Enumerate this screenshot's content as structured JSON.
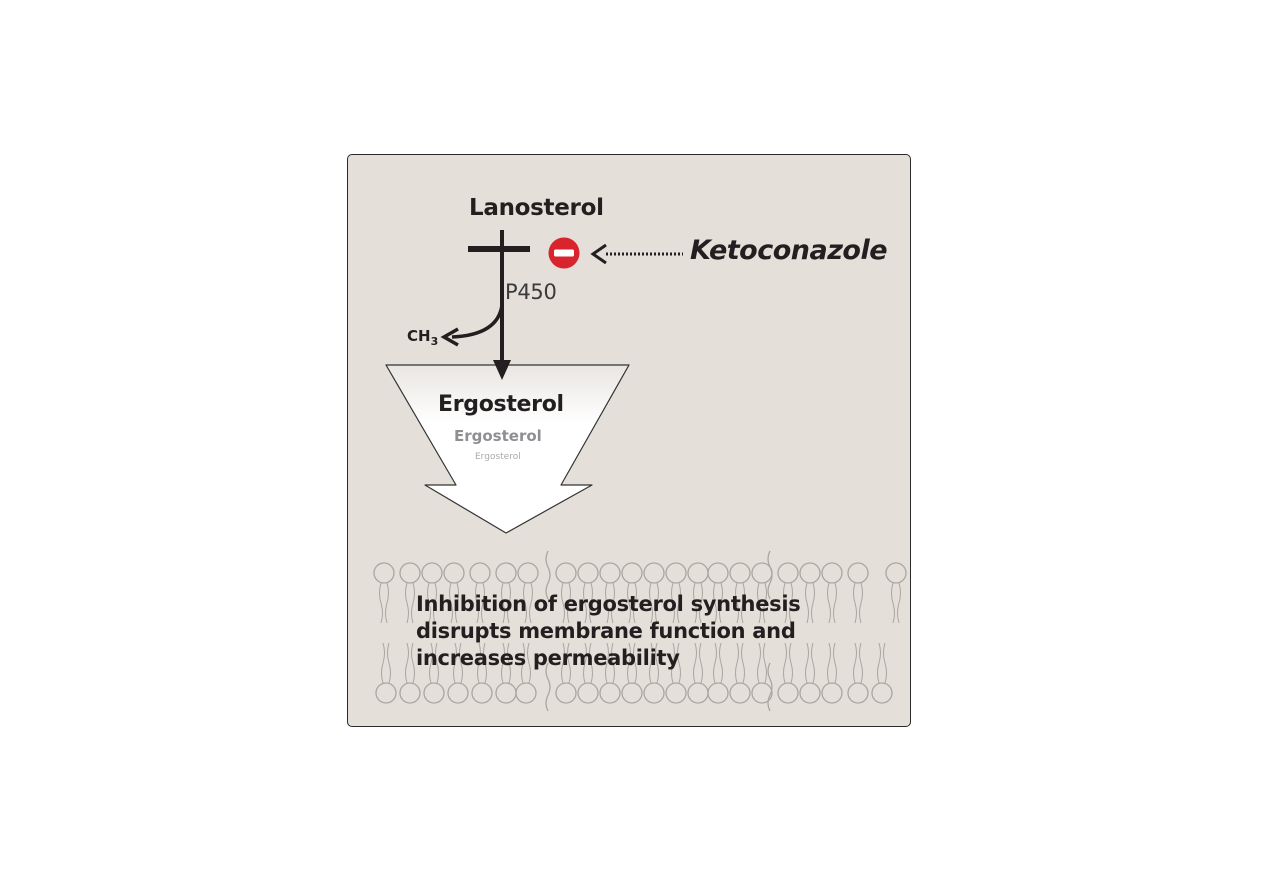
{
  "pathway": {
    "substrate": "Lanosterol",
    "enzyme": "P450",
    "byproduct_main": "CH",
    "byproduct_sub": "3",
    "product": "Ergosterol",
    "product_faded": "Ergosterol",
    "product_faint": "Ergosterol"
  },
  "inhibitor": {
    "name": "Ketoconazole",
    "symbol": "−"
  },
  "caption": "Inhibition of ergosterol synthesis disrupts membrane function and increases permeability",
  "colors": {
    "panel_background": "#e4dfd9",
    "panel_border": "#2a2a2a",
    "arrow": "#231f20",
    "inhibitor_badge": "#d9232d",
    "membrane_outline": "#a9a5a0",
    "funnel_fill": "#ffffff"
  },
  "icons": {
    "inhibition": "minus-circle-icon",
    "block": "t-bar-block-icon"
  }
}
